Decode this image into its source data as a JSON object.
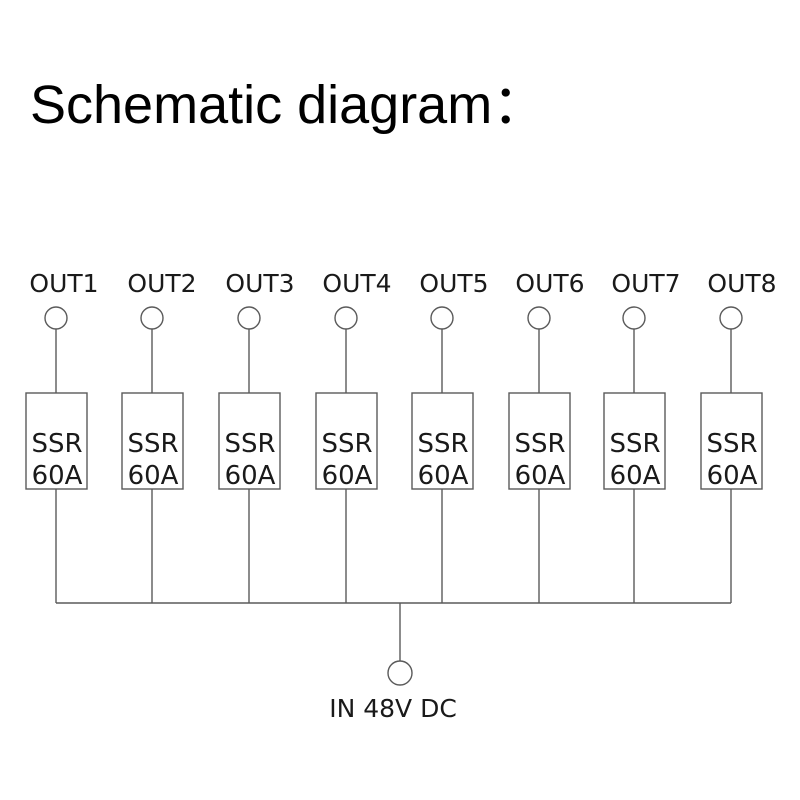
{
  "title": "Schematic diagram：",
  "channels": [
    {
      "out": "OUT1",
      "relay": "SSR",
      "rating": "60A"
    },
    {
      "out": "OUT2",
      "relay": "SSR",
      "rating": "60A"
    },
    {
      "out": "OUT3",
      "relay": "SSR",
      "rating": "60A"
    },
    {
      "out": "OUT4",
      "relay": "SSR",
      "rating": "60A"
    },
    {
      "out": "OUT5",
      "relay": "SSR",
      "rating": "60A"
    },
    {
      "out": "OUT6",
      "relay": "SSR",
      "rating": "60A"
    },
    {
      "out": "OUT7",
      "relay": "SSR",
      "rating": "60A"
    },
    {
      "out": "OUT8",
      "relay": "SSR",
      "rating": "60A"
    }
  ],
  "input_label": "IN 48V DC"
}
